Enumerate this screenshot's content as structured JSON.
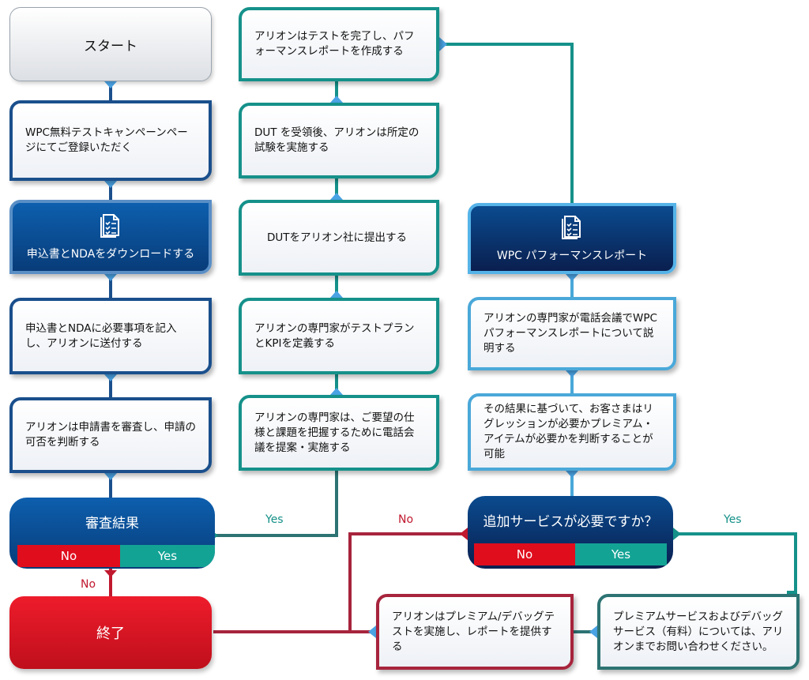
{
  "start_label": "スタート",
  "left_column": {
    "step_register": "WPC無料テストキャンペーンページにてご登録いただく",
    "step_download": "申込書とNDAをダウンロードする",
    "step_fill": "申込書とNDAに必要事項を記入し、アリオンに送付する",
    "step_review": "アリオンは申請書を審査し、申請の可否を判断する",
    "decision": {
      "title": "審査結果",
      "no": "No",
      "yes": "Yes"
    },
    "end_label": "終了"
  },
  "middle_column": {
    "step_complete": "アリオンはテストを完了し、パフォーマンスレポートを作成する",
    "step_test": "DUT を受領後、アリオンは所定の試験を実施する",
    "step_submit": "DUTをアリオン社に提出する",
    "step_define": "アリオンの専門家がテストプランとKPIを定義する",
    "step_call": "アリオンの専門家は、ご要望の仕様と課題を把握するために電話会議を提案・実施する"
  },
  "right_column": {
    "report": "WPC パフォーマンスレポート",
    "step_explain": "アリオンの専門家が電話会議でWPCパフォーマンスレポートについて説明する",
    "step_decide": "その結果に基づいて、お客さまはリグレッションが必要かプレミアム・アイテムが必要かを判断することが可能",
    "decision": {
      "title": "追加サービスが必要ですか？",
      "no": "No",
      "yes": "Yes"
    }
  },
  "bottom_row": {
    "premium_test": "アリオンはプレミアム/デバッグテストを実施し、レポートを提供する",
    "contact": "プレミアムサービスおよびデバッグサービス（有料）については、アリオンまでお問い合わせください。"
  },
  "connector_labels": {
    "yes_middle": "Yes",
    "no_left": "No",
    "no_right": "No",
    "yes_right": "Yes"
  },
  "colors": {
    "navy": "#1a4f8c",
    "teal": "#15918a",
    "light_blue": "#4aa8d9",
    "red": "#e00d1d",
    "dark_red": "#a7243c",
    "yes_green": "#13a395",
    "arrow": "#4aa3e4"
  },
  "icons": [
    "document-checklist-icon",
    "document-checklist-icon"
  ]
}
